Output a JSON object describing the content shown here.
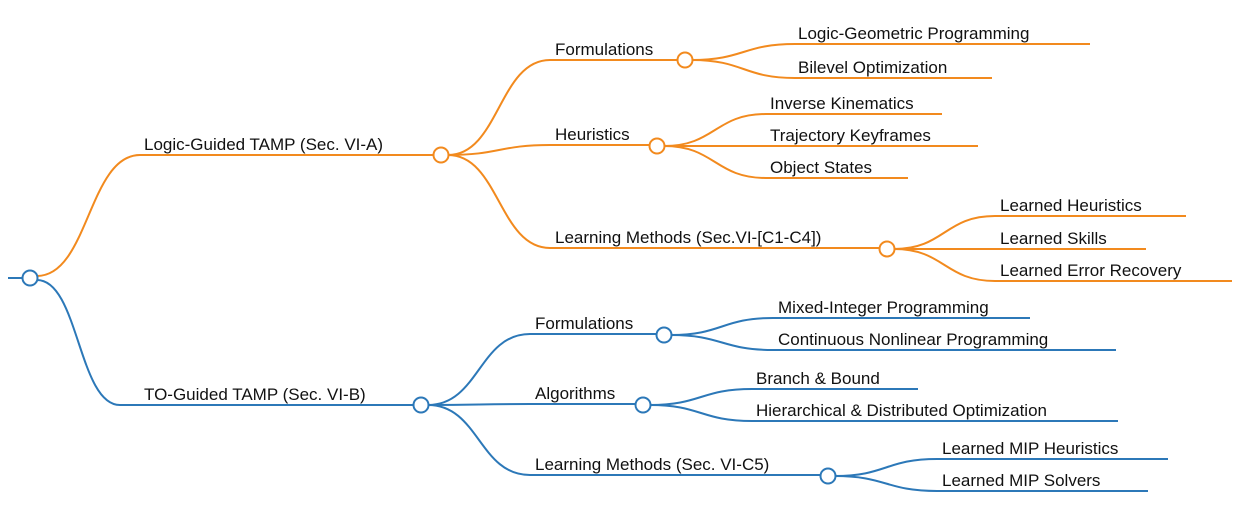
{
  "colors": {
    "logic": "#f28a1e",
    "to": "#2c78b8",
    "text": "#111111"
  },
  "logic": {
    "label": "Logic-Guided TAMP (Sec. VI-A)",
    "formulations": {
      "label": "Formulations",
      "children": [
        "Logic-Geometric Programming",
        "Bilevel Optimization"
      ]
    },
    "heuristics": {
      "label": "Heuristics",
      "children": [
        "Inverse Kinematics",
        "Trajectory Keyframes",
        "Object States"
      ]
    },
    "learning": {
      "label": "Learning Methods (Sec.VI-[C1-C4])",
      "children": [
        "Learned Heuristics",
        "Learned Skills",
        "Learned Error Recovery"
      ]
    }
  },
  "to": {
    "label": "TO-Guided TAMP (Sec. VI-B)",
    "formulations": {
      "label": "Formulations",
      "children": [
        "Mixed-Integer Programming",
        "Continuous Nonlinear Programming"
      ]
    },
    "algorithms": {
      "label": "Algorithms",
      "children": [
        "Branch & Bound",
        "Hierarchical & Distributed Optimization"
      ]
    },
    "learning": {
      "label": "Learning Methods (Sec. VI-C5)",
      "children": [
        "Learned MIP Heuristics",
        "Learned MIP Solvers"
      ]
    }
  }
}
